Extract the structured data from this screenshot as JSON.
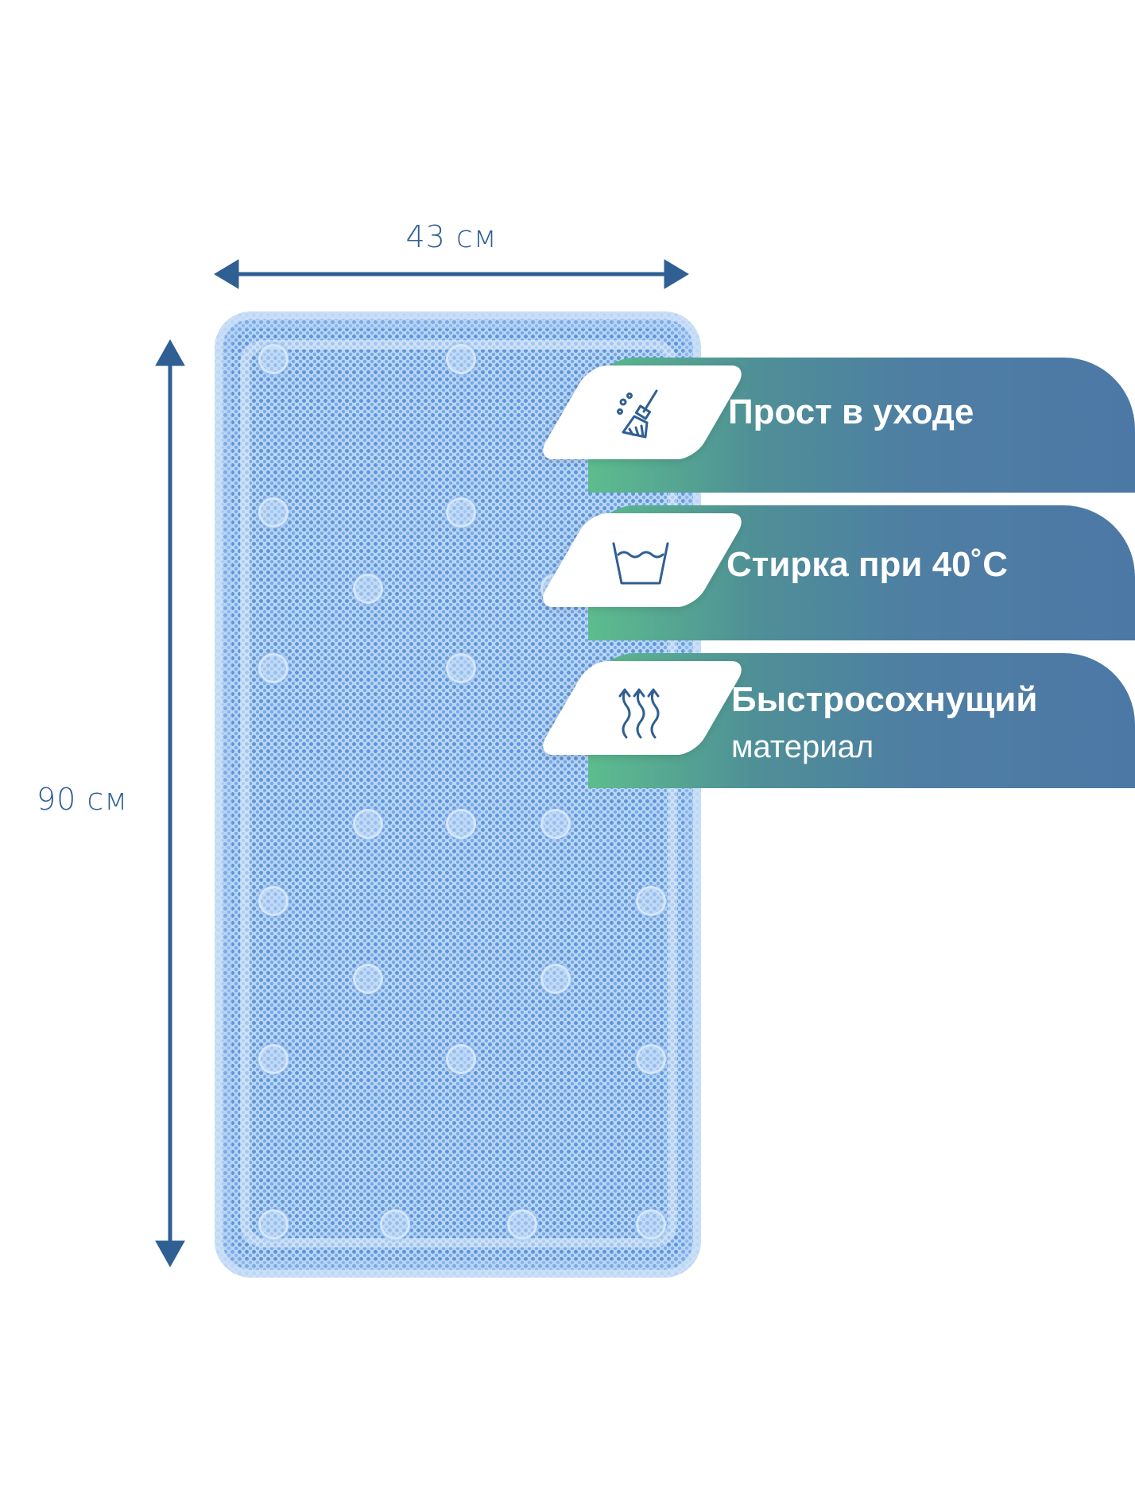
{
  "dimensions": {
    "width_label": "43 см",
    "height_label": "90 см"
  },
  "features": [
    {
      "icon": "broom-cleaning-icon",
      "title": "Прост в уходе",
      "subtitle": ""
    },
    {
      "icon": "wash-basin-40-icon",
      "title": "Стирка при 40˚С",
      "subtitle": ""
    },
    {
      "icon": "heat-waves-drying-icon",
      "title": "Быстросохнущий",
      "subtitle": "материал"
    }
  ],
  "colors": {
    "dimension": "#2f5f93",
    "badge_gradient_start": "#5dbd8e",
    "badge_gradient_end": "#4c78a6",
    "icon_stroke": "#2f5f93",
    "mat": "#b8d6f5"
  }
}
